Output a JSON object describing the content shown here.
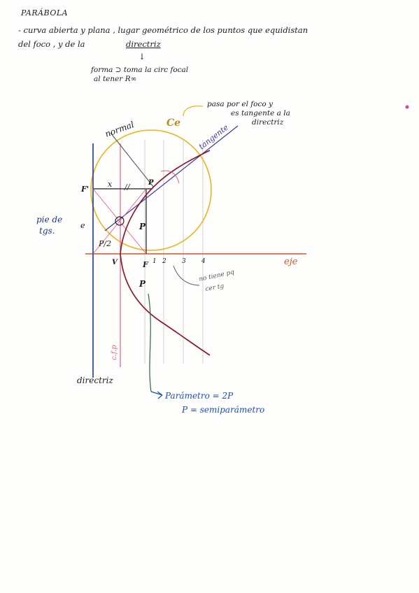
{
  "header": {
    "title": "PARÁBOLA",
    "definition_line1": "- curva abierta y plana , lugar geométrico de los puntos que equidistan",
    "definition_line2": "del foco , y de la",
    "definition_word": "directriz",
    "arrow_symbol": "↓",
    "note_line1": "forma ⊃ toma la circ focal",
    "note_line2": "al tener R∞"
  },
  "diagram": {
    "labels": {
      "normal": "normal",
      "ce": "Ce",
      "tangente": "tangente",
      "pasa_line1": "pasa por el foco y",
      "pasa_line2": "es tangente a la",
      "pasa_line3": "directriz",
      "f_prime": "F'",
      "x_mark": "x",
      "double_bar": "//",
      "p_point": "P",
      "p_upper": "P",
      "p_lower": "P",
      "pie_de_tg_line1": "pie de",
      "pie_de_tg_line2": "tgs.",
      "pie_marker": "e",
      "p_half": "P/2",
      "v_label": "V",
      "f_label": "F",
      "eje": "eje",
      "tick1": "1",
      "tick2": "2",
      "tick3": "3",
      "tick4": "4",
      "no_tiene_line1": "no tiene pq",
      "no_tiene_line2": "cer tg",
      "cfp": "c.f.p",
      "directriz": "directriz",
      "parametro": "Parámetro = 2P",
      "semiparametro": "P = semiparámetro"
    },
    "colors": {
      "ink": "#1d1b22",
      "circle": "#e8b423",
      "axis": "#d2552a",
      "directrix": "#1a3b8c",
      "parabola": "#8a1a2a",
      "tangent": "#3a3a9a",
      "normal_line": "#5a5a5a",
      "pink": "#e65c8a",
      "note_blue": "#1a4fb0",
      "green": "#2a6a3a",
      "grid": "#c8c8c8",
      "dot": "#d04a9a"
    }
  }
}
